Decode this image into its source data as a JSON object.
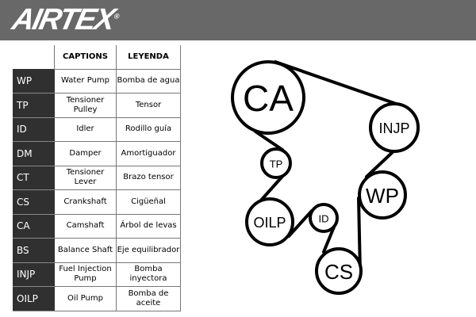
{
  "logo": {
    "text": "AIRTEX",
    "mark": "®"
  },
  "table": {
    "headers": [
      "",
      "CAPTIONS",
      "LEYENDA"
    ],
    "rows": [
      {
        "code": "WP",
        "caption": "Water Pump",
        "leyenda": "Bomba de agua"
      },
      {
        "code": "TP",
        "caption": "Tensioner Pulley",
        "leyenda": "Tensor"
      },
      {
        "code": "ID",
        "caption": "Idler",
        "leyenda": "Rodillo guía"
      },
      {
        "code": "DM",
        "caption": "Damper",
        "leyenda": "Amortiguador"
      },
      {
        "code": "CT",
        "caption": "Tensioner Lever",
        "leyenda": "Brazo tensor"
      },
      {
        "code": "CS",
        "caption": "Crankshaft",
        "leyenda": "Cigüeñal"
      },
      {
        "code": "CA",
        "caption": "Camshaft",
        "leyenda": "Árbol de levas"
      },
      {
        "code": "BS",
        "caption": "Balance Shaft",
        "leyenda": "Eje equilibrador"
      },
      {
        "code": "INJP",
        "caption": "Fuel Injection Pump",
        "leyenda": "Bomba inyectora"
      },
      {
        "code": "OILP",
        "caption": "Oil Pump",
        "leyenda": "Bomba de aceite"
      }
    ]
  },
  "diagram": {
    "pulleys": [
      "CA",
      "INJP",
      "TP",
      "WP",
      "OILP",
      "ID",
      "CS"
    ]
  }
}
